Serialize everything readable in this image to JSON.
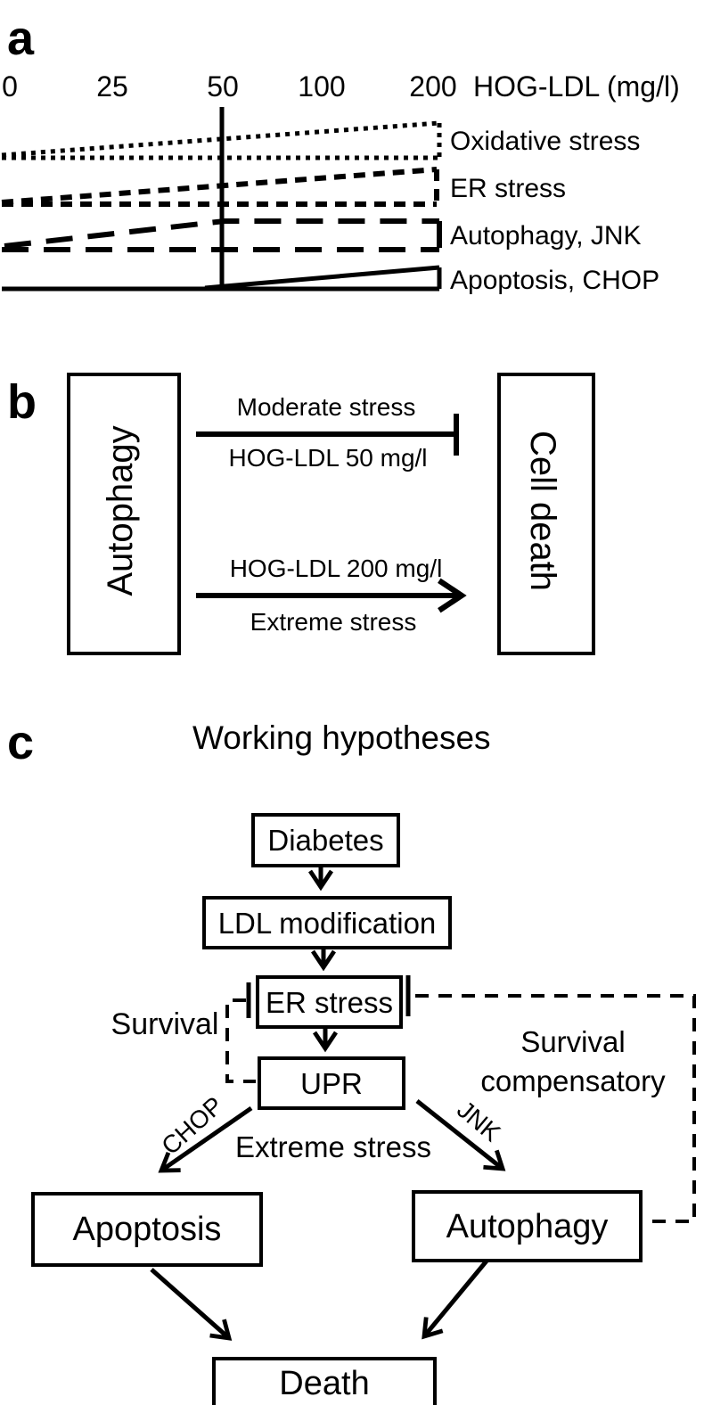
{
  "figure": {
    "panel_a": {
      "label": "a",
      "axis_label": "HOG-LDL (mg/l)",
      "tick_labels": [
        "0",
        "25",
        "50",
        "100",
        "200"
      ],
      "threshold_at_tick": "50",
      "bands": [
        {
          "label": "Oxidative stress",
          "line_style": "dotted",
          "trend": "rises continuously from 0 to 200 mg/l"
        },
        {
          "label": "ER stress",
          "line_style": "short-dash",
          "trend": "rises continuously from 0 to 200 mg/l"
        },
        {
          "label": "Autophagy, JNK",
          "line_style": "long-dash",
          "trend": "rises up to 50 mg/l then plateaus"
        },
        {
          "label": "Apoptosis, CHOP",
          "line_style": "solid",
          "trend": "flat up to 50 mg/l then rises"
        }
      ]
    },
    "panel_b": {
      "label": "b",
      "left_box": "Autophagy",
      "right_box": "Cell death",
      "inhibition_edge": {
        "top_label": "Moderate stress",
        "bottom_label": "HOG-LDL 50 mg/l",
        "type": "inhibition"
      },
      "activation_edge": {
        "top_label": "HOG-LDL 200 mg/l",
        "bottom_label": "Extreme  stress",
        "type": "arrow"
      }
    },
    "panel_c": {
      "label": "c",
      "title": "Working hypotheses",
      "boxes": {
        "diabetes": "Diabetes",
        "ldl_modification": "LDL modification",
        "er_stress": "ER stress",
        "upr": "UPR",
        "apoptosis": "Apoptosis",
        "autophagy": "Autophagy",
        "death": "Death"
      },
      "edge_labels": {
        "survival_left": "Survival",
        "survival_right_line1": "Survival",
        "survival_right_line2": "compensatory",
        "chop": "CHOP",
        "jnk": "JNK",
        "extreme_stress": "Extreme stress"
      }
    },
    "colors": {
      "ink": "#000000",
      "background": "#ffffff"
    }
  }
}
